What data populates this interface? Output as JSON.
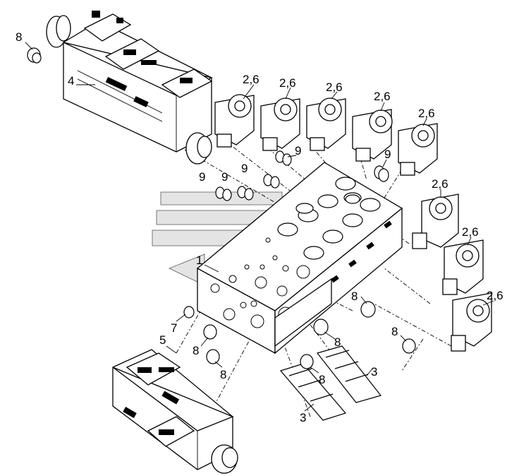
{
  "callouts": {
    "c8_a": "8",
    "c4": "4",
    "c26_a": "2,6",
    "c26_b": "2,6",
    "c26_c": "2,6",
    "c26_d": "2,6",
    "c26_e": "2,6",
    "c26_f": "2,6",
    "c26_g": "2,6",
    "c26_h": "2,6",
    "c9_a": "9",
    "c9_b": "9",
    "c9_c": "9",
    "c9_d": "9",
    "c9_e": "9",
    "c1": "1",
    "c7": "7",
    "c5": "5",
    "c8_b": "8",
    "c8_c": "8",
    "c8_d": "8",
    "c8_e": "8",
    "c8_f": "8",
    "c8_g": "8",
    "c3_a": "3",
    "c3_b": "3"
  }
}
